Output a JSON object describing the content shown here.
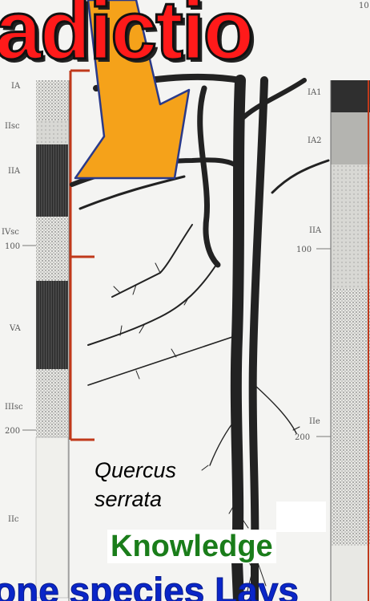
{
  "title_fragment": "adictio",
  "species": {
    "line1": "Quercus",
    "line2": "serrata"
  },
  "caption": "Knowledge",
  "bottom_fragment": "one species Lays",
  "left_profile": {
    "horizons": [
      "IA",
      "IIsc",
      "IIA",
      "IVsc",
      "VA",
      "IIIsc",
      "IIc"
    ],
    "depth_ticks": [
      "100",
      "200"
    ]
  },
  "right_profile": {
    "horizons": [
      "IA1",
      "IA2",
      "IIA",
      "IIe"
    ],
    "depth_ticks": [
      "100",
      "200"
    ],
    "top_tick": "10"
  },
  "colors": {
    "title": "#ff1a1a",
    "caption": "#1a7d1a",
    "bottom": "#0a26c8",
    "arrow": "#f5a21a",
    "bracket": "#c0391b"
  }
}
